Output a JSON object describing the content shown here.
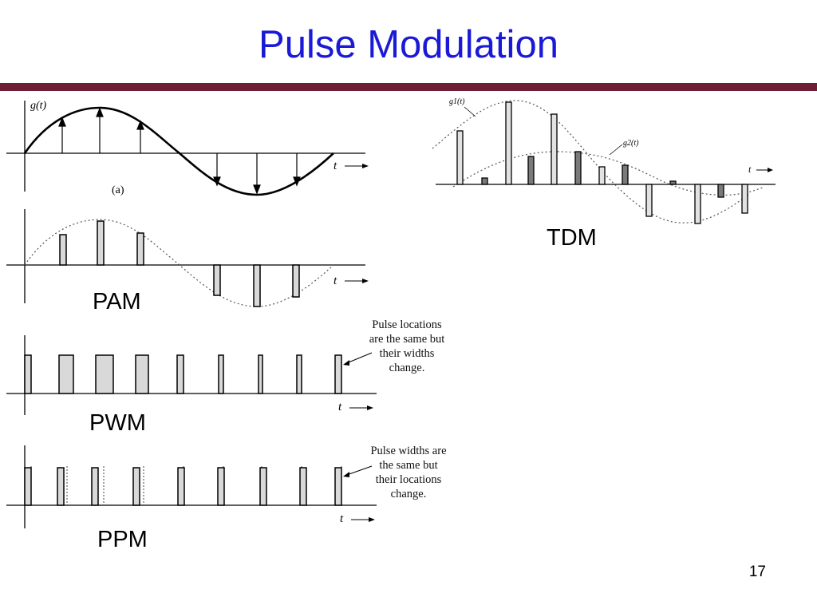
{
  "slide": {
    "title": "Pulse Modulation",
    "page_number": "17"
  },
  "panels": {
    "analog": {
      "signal_label": "g(t)",
      "axis_label": "t",
      "caption": "(a)"
    },
    "pam": {
      "label": "PAM",
      "axis_label": "t"
    },
    "pwm": {
      "label": "PWM",
      "axis_label": "t",
      "note": [
        "Pulse locations",
        "are the same but",
        "their widths",
        "change."
      ]
    },
    "ppm": {
      "label": "PPM",
      "axis_label": "t",
      "note": [
        "Pulse widths are",
        "the same but",
        "their locations",
        "change."
      ]
    },
    "tdm": {
      "label": "TDM",
      "axis_label": "t",
      "signal1": "g1(t)",
      "signal2": "g2(t)"
    }
  },
  "colors": {
    "title": "#1a1ad6",
    "rule": "#6e1e35",
    "pulse_light": "#d9d9d9",
    "pulse_dark": "#7a7a7a"
  }
}
